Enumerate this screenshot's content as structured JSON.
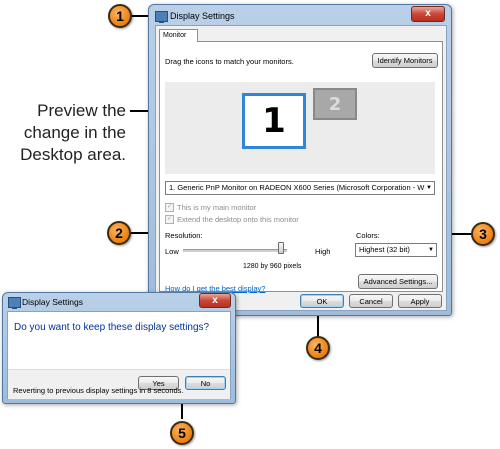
{
  "caption": {
    "lines": [
      "Preview the",
      "change in the",
      "Desktop area."
    ]
  },
  "callouts": [
    "1",
    "2",
    "3",
    "4",
    "5"
  ],
  "main_window": {
    "title": "Display Settings",
    "close_label": "x",
    "tab_label": "Monitor",
    "instruction": "Drag the icons to match your monitors.",
    "identify_button": "Identify Monitors",
    "monitor_1": "1",
    "monitor_2": "2",
    "monitor_select": "1. Generic PnP Monitor on RADEON X600 Series (Microsoft Corporation - W",
    "checkbox_main": "This is my main monitor",
    "checkbox_extend": "Extend the desktop onto this monitor",
    "checkbox_mark": "✓",
    "resolution_label": "Resolution:",
    "slider_low": "Low",
    "slider_high": "High",
    "slider_value": "1280 by 960 pixels",
    "colors_label": "Colors:",
    "colors_value": "Highest (32 bit)",
    "help_link": "How do I get the best display?",
    "advanced_button": "Advanced Settings...",
    "ok_button": "OK",
    "cancel_button": "Cancel",
    "apply_button": "Apply",
    "dropdown_arrow": "▼"
  },
  "dialog": {
    "title": "Display Settings",
    "close_label": "x",
    "question": "Do you want to keep these display settings?",
    "yes_button": "Yes",
    "no_button": "No",
    "status": "Reverting to previous display settings in 8 seconds."
  },
  "colors": {
    "title_bar": "#b9d0e8",
    "accent_blue": "#2f86d8",
    "callout_orange": "#f08a1c",
    "close_red": "#c8483a",
    "link": "#0066cc"
  }
}
